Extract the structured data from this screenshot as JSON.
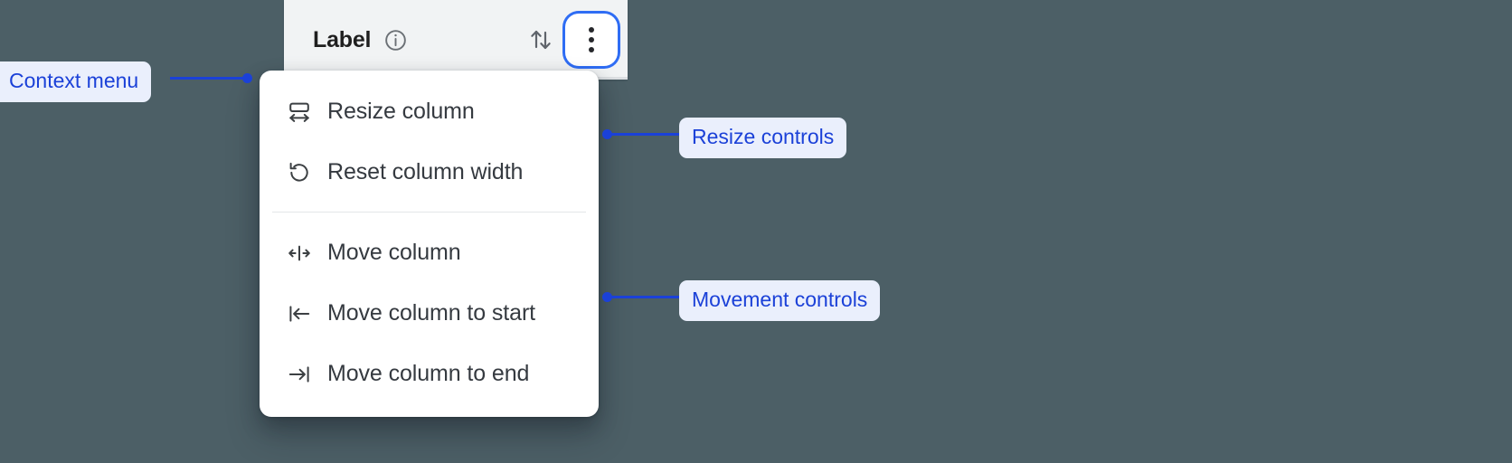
{
  "background_color": "#4c5f66",
  "accent_color": "#1b41d8",
  "focus_ring_color": "#2f6df4",
  "column_header": {
    "title": "Label",
    "info_icon": "info-circle-icon",
    "sort_icon": "sort-arrows-icon",
    "overflow_icon": "kebab-menu-icon",
    "overflow_focused": "true"
  },
  "menu": {
    "groups": [
      {
        "name": "resize-group",
        "items": [
          {
            "icon": "resize-column-icon",
            "label": "Resize column"
          },
          {
            "icon": "reset-width-icon",
            "label": "Reset column width"
          }
        ]
      },
      {
        "name": "movement-group",
        "items": [
          {
            "icon": "move-column-icon",
            "label": "Move column"
          },
          {
            "icon": "move-to-start-icon",
            "label": "Move column to start"
          },
          {
            "icon": "move-to-end-icon",
            "label": "Move column to end"
          }
        ]
      }
    ]
  },
  "annotations": [
    {
      "id": "context",
      "label": "Context menu"
    },
    {
      "id": "resize",
      "label": "Resize controls"
    },
    {
      "id": "move",
      "label": "Movement controls"
    }
  ]
}
